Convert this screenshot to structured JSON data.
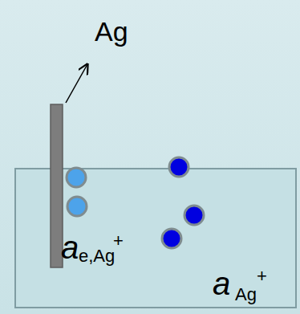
{
  "diagram": {
    "labels": [
      "Ag",
      "a",
      "e,Ag",
      "+",
      "a",
      "Ag",
      "+"
    ]
  }
}
